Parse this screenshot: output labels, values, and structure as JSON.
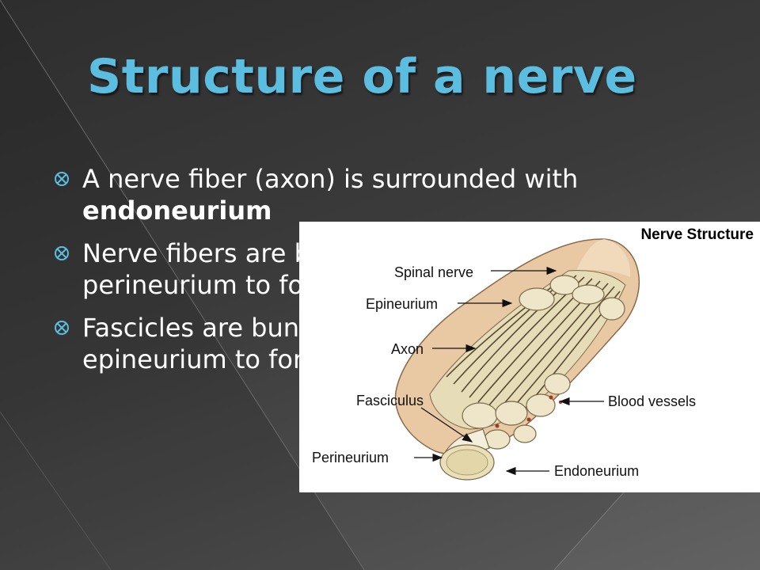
{
  "slide": {
    "title": "Structure of a nerve",
    "bullets": [
      {
        "text": "A nerve fiber (axon) is surrounded with ",
        "bold": "endoneurium"
      },
      {
        "text": "Nerve fibers are bundled and surrounded with perineurium to form a fascicle",
        "visible_text": "Nerve fibers are surrounded wit fascicle"
      },
      {
        "text": "Fascicles are bundled and surrounded with epineurium to form a nerve",
        "visible_text": "Fascicles are bu surrounded wit nerve"
      }
    ]
  },
  "figure": {
    "title": "Nerve Structure",
    "labels": {
      "spinal_nerve": "Spinal nerve",
      "epineurium": "Epineurium",
      "axon": "Axon",
      "fasciculus": "Fasciculus",
      "perineurium": "Perineurium",
      "blood_vessels": "Blood vessels",
      "endoneurium": "Endoneurium"
    }
  },
  "colors": {
    "title": "#5bbde0",
    "bullet": "#5bbde0",
    "text": "#ffffff",
    "nerve_skin": "#e8c9a4",
    "nerve_inner": "#e6dcb8"
  },
  "icons": {
    "bullet": "circled-cross-icon"
  }
}
